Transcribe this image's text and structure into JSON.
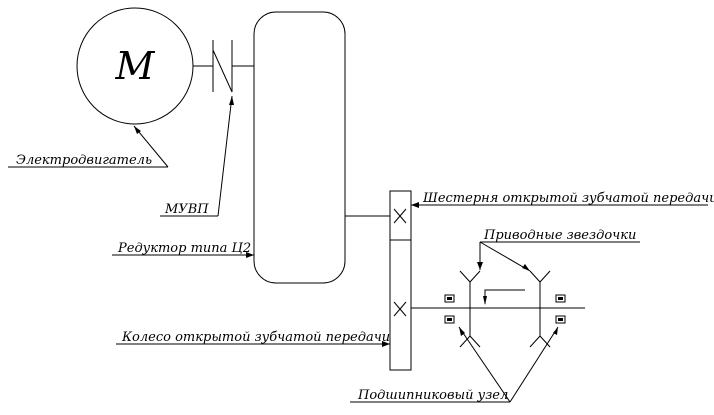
{
  "diagram": {
    "motor_symbol": "M",
    "labels": {
      "motor": "Электродвигатель",
      "coupling": "МУВП",
      "reducer": "Редуктор типа Ц2",
      "pinion": "Шестерня открытой зубчатой передачи",
      "sprockets": "Приводные звездочки",
      "gear_wheel": "Колесо открытой зубчатой передачи",
      "bearing": "Подшипниковый узел"
    },
    "line_color": "#000000",
    "background": "#ffffff"
  }
}
